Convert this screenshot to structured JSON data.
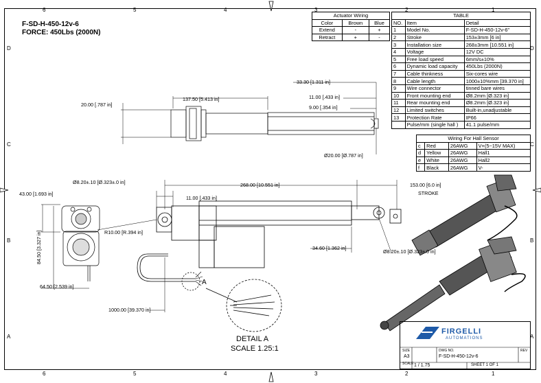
{
  "header": {
    "model": "F-SD-H-450-12v-6",
    "force": "FORCE: 450Lbs (2000N)"
  },
  "zones": {
    "top": [
      "6",
      "5",
      "4",
      "3",
      "2",
      "1"
    ],
    "bottom": [
      "6",
      "5",
      "4",
      "3",
      "2",
      "1"
    ],
    "left": [
      "D",
      "C",
      "B",
      "A"
    ],
    "right": [
      "D",
      "C",
      "B",
      "A"
    ]
  },
  "actuator_wiring": {
    "title": "Actuator Wiring",
    "columns": [
      "Color",
      "Brown",
      "Blue"
    ],
    "rows": [
      [
        "Extend",
        "-",
        "+"
      ],
      [
        "Retract",
        "+",
        "-"
      ]
    ]
  },
  "spec_table": {
    "title": "TABLE",
    "columns": [
      "NO.",
      "Item",
      "Detail"
    ],
    "rows": [
      [
        "1",
        "Model No.",
        "F-SD-H-450-12v-6\""
      ],
      [
        "2",
        "Stroke",
        "153±3mm [6 in]"
      ],
      [
        "3",
        "Installation size",
        "268±3mm [10.551 in]"
      ],
      [
        "4",
        "Voltage",
        "12V DC"
      ],
      [
        "5",
        "Free load speed",
        "6mm/s±10%"
      ],
      [
        "6",
        "Dynamic load capacity",
        "450Lbs (2000N)"
      ],
      [
        "7",
        "Cable thinkness",
        "Six-cores wire"
      ],
      [
        "8",
        "Cable length",
        "1000±10%mm [39.370 in]"
      ],
      [
        "9",
        "Wire connector",
        "tinned bare wires"
      ],
      [
        "10",
        "Front mounting end",
        "Ø8.2mm [Ø.323 in]"
      ],
      [
        "11",
        "Rear mounting end",
        "Ø8.2mm [Ø.323 in]"
      ],
      [
        "12",
        "Limited switches",
        "Built-in,unadjustable"
      ],
      [
        "13",
        "Protection Rate",
        "IP66"
      ],
      [
        "",
        "Pulse/mm  (single hall )",
        "41.1 pulse/mm"
      ]
    ]
  },
  "hall_sensor": {
    "title": "Wiring For Hall Sensor",
    "rows": [
      [
        "c",
        "Red",
        "26AWG",
        "V+(5~15V MAX)"
      ],
      [
        "d",
        "Yellow",
        "26AWG",
        "Hall1"
      ],
      [
        "e",
        "White",
        "26AWG",
        "Hall2"
      ],
      [
        "f",
        "Black",
        "26AWG",
        "V-"
      ]
    ]
  },
  "dimensions": {
    "d_33_30": "33.30 [1.311 in]",
    "d_137_50": "137.50 [5.413 in]",
    "d_20_00": "20.00 [.787 in]",
    "d_11_top": "11.00 [.433 in]",
    "d_9_00": "9.00 [.354 in]",
    "d_phi20": "Ø20.00 [Ø.787 in]",
    "d_phi8_left": "Ø8.20±.10 [Ø.323±.0 in]",
    "d_268": "268.00 [10.551 in]",
    "d_153": "153.00 [6.0 in]",
    "stroke": "STROKE",
    "d_11_mid": "11.00 [.433 in]",
    "d_43": "43.00 [1.693 in]",
    "d_84_50": "84.50 [3.327 in]",
    "d_64_50": "64.50 [2.539 in]",
    "d_r10": "R10.00 [R.394 in]",
    "d_34_60": "34.60 [1.362 in]",
    "d_phi8_right": "Ø8.20±.10 [Ø.323±.0 in]",
    "d_1000": "1000.00 [39.370 in]",
    "callout": "A"
  },
  "detail": {
    "title": "DETAIL  A",
    "scale": "SCALE 1.25:1"
  },
  "title_block": {
    "brand": "FIRGELLI",
    "brand_sub": "AUTOMATIONS",
    "size_label": "SIZE",
    "size": "A3",
    "dwg_label": "DWG NO.",
    "dwg": "F-SD-H-450-12v-6",
    "rev_label": "REV",
    "scale_label": "SCALE",
    "scale": "1 / 1.75",
    "sheet": "SHEET 1  OF 1"
  }
}
